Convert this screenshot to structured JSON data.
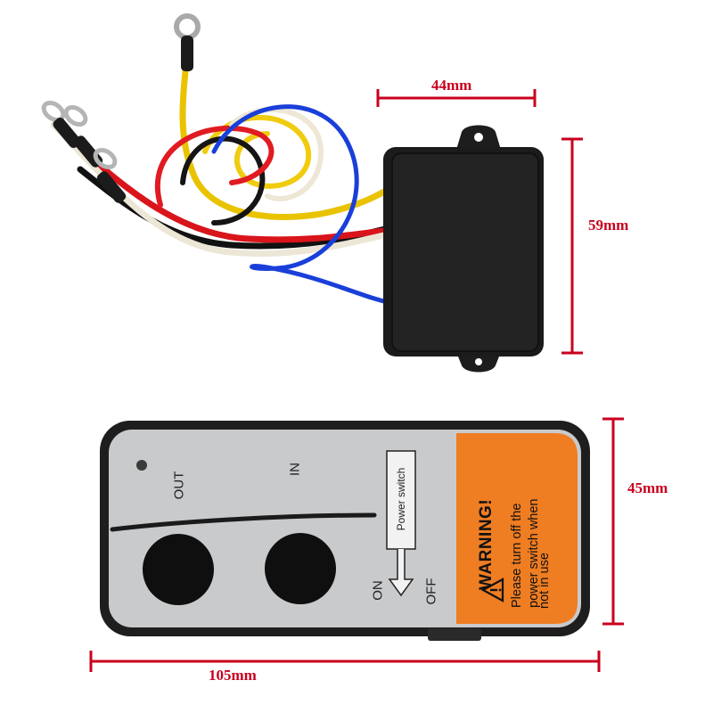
{
  "dimensions": {
    "receiver_width": "44mm",
    "receiver_height": "59mm",
    "remote_height": "45mm",
    "remote_width": "105mm"
  },
  "remote": {
    "out_label": "OUT",
    "in_label": "IN",
    "power_switch_label": "Power switch",
    "on_label": "ON",
    "off_label": "OFF",
    "warning_title": "WARNING!",
    "warning_line1": "Please turn off the",
    "warning_line2": "power switch when",
    "warning_line3": "not in use"
  },
  "colors": {
    "dimension_red": "#c8001e",
    "warning_orange": "#ef7d22",
    "remote_face": "#c9cacc",
    "remote_body": "#1e1e1e",
    "receiver_body": "#1b1b1b"
  },
  "wires": [
    "yellow",
    "black",
    "red",
    "white",
    "blue"
  ]
}
